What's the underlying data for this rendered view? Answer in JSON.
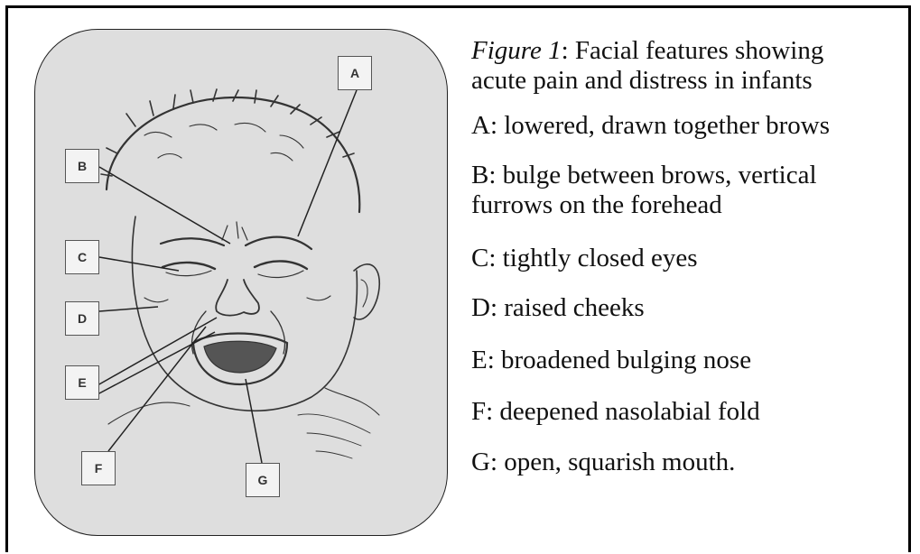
{
  "caption": {
    "figure_label": "Figure 1",
    "text_line1": ": Facial features showing",
    "text_line2": "acute pain and distress in infants"
  },
  "markers": [
    "A",
    "B",
    "C",
    "D",
    "E",
    "F",
    "G"
  ],
  "legend": [
    {
      "text": "A: lowered, drawn together brows"
    },
    {
      "text": "B: bulge between brows, vertical",
      "text2": "furrows on the forehead"
    },
    {
      "text": "C: tightly closed eyes"
    },
    {
      "text": "D: raised cheeks"
    },
    {
      "text": "E: broadened bulging  nose"
    },
    {
      "text": "F: deepened nasolabial fold"
    },
    {
      "text": "G: open, squarish mouth."
    }
  ]
}
